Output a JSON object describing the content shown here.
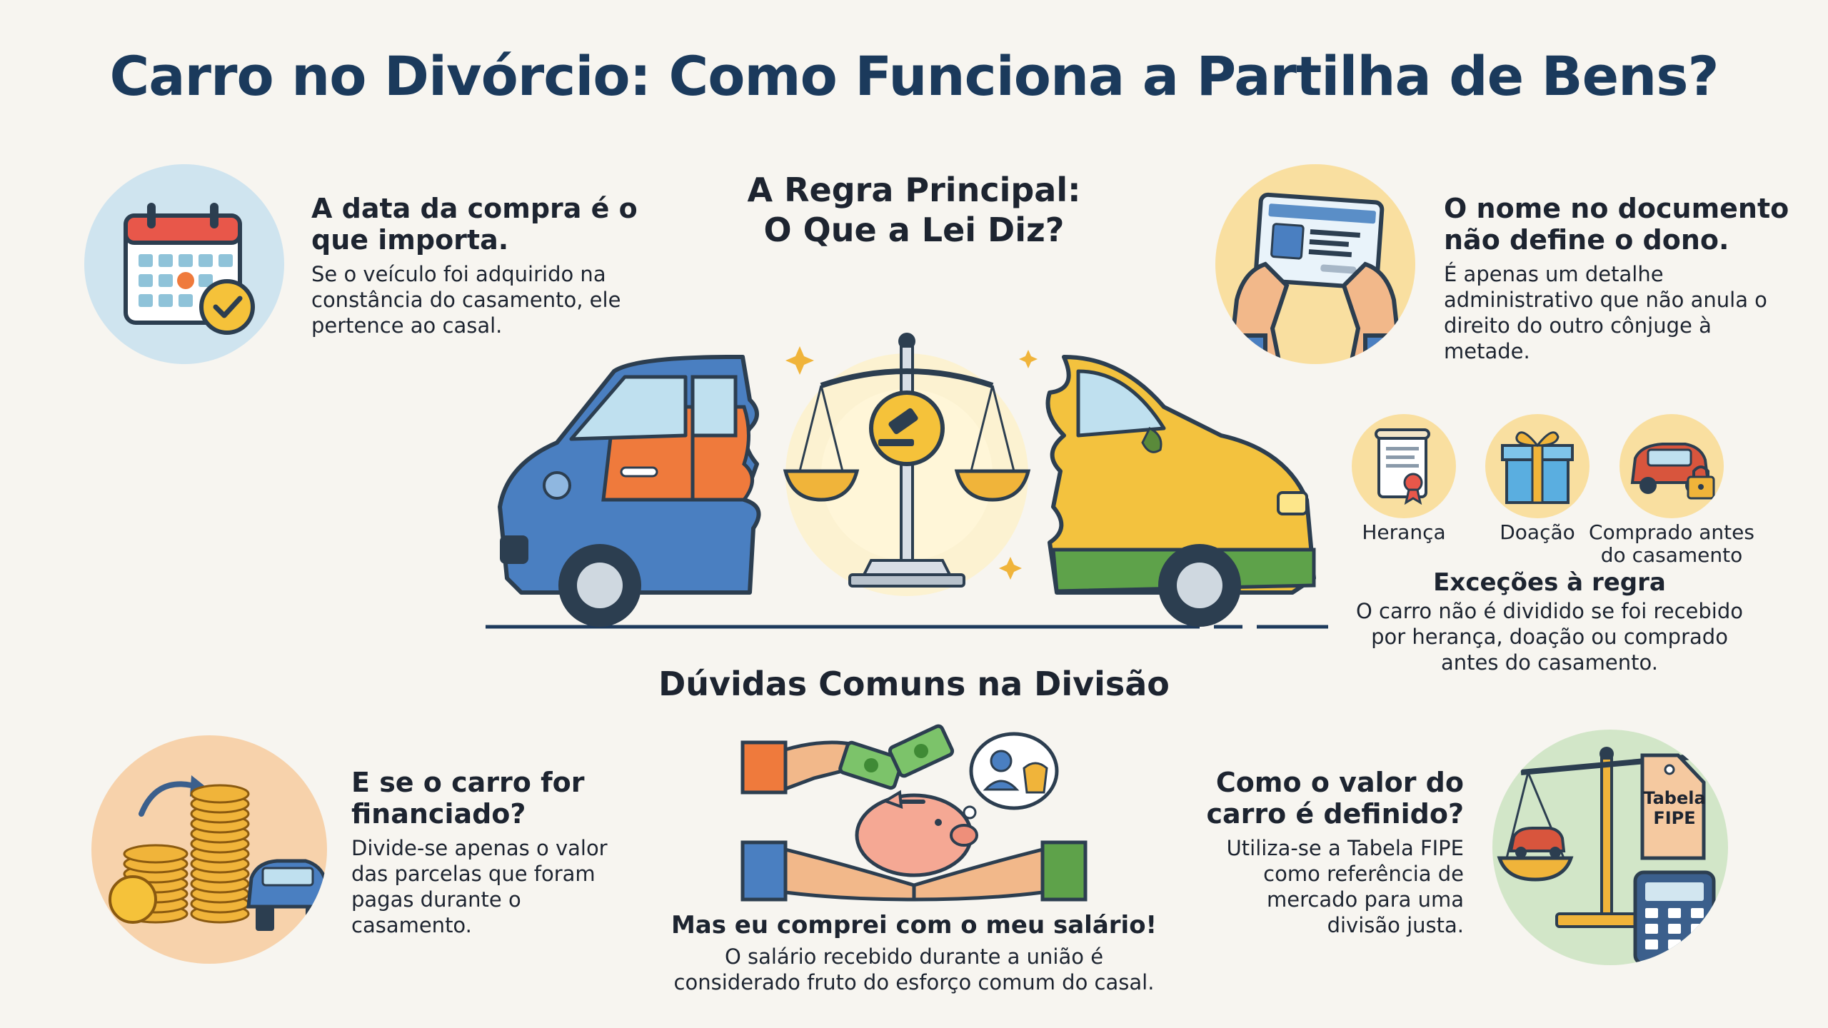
{
  "title": "Carro no Divórcio: Como Funciona a Partilha de Bens?",
  "main_rule": {
    "heading_line1": "A Regra Principal:",
    "heading_line2": "O Que a Lei Diz?"
  },
  "purchase_date": {
    "heading_line1": "A data da compra é o",
    "heading_line2": "que importa.",
    "body_line1": "Se o veículo foi adquirido na",
    "body_line2": "constância do casamento, ele",
    "body_line3": "pertence ao casal.",
    "icon": "calendar-check-icon"
  },
  "document_name": {
    "heading_line1": "O nome no documento",
    "heading_line2": "não define o dono.",
    "body_line1": "É apenas um detalhe",
    "body_line2": "administrativo que não anula o",
    "body_line3": "direito do outro cônjuge à",
    "body_line4": "metade.",
    "icon": "document-hands-icon"
  },
  "exceptions": {
    "items": [
      {
        "label_line1": "Herança",
        "label_line2": "",
        "icon": "scroll-icon"
      },
      {
        "label_line1": "Doação",
        "label_line2": "",
        "icon": "gift-icon"
      },
      {
        "label_line1": "Comprado antes",
        "label_line2": "do casamento",
        "icon": "locked-car-icon"
      }
    ],
    "heading": "Exceções à regra",
    "body_line1": "O carro não é dividido se foi recebido",
    "body_line2": "por herança, doação ou comprado",
    "body_line3": "antes do casamento."
  },
  "common_doubts": {
    "heading": "Dúvidas Comuns na Divisão"
  },
  "financed": {
    "heading_line1": "E se o carro for",
    "heading_line2": "financiado?",
    "body_line1": "Divide-se apenas o valor",
    "body_line2": "das parcelas que foram",
    "body_line3": "pagas durante o",
    "body_line4": "casamento.",
    "icon": "coins-car-icon"
  },
  "salary": {
    "heading": "Mas eu comprei com o meu salário!",
    "body_line1": "O salário recebido durante a união é",
    "body_line2": "considerado fruto do esforço comum do casal.",
    "icon": "piggy-bank-icon"
  },
  "value": {
    "heading_line1": "Como o valor do",
    "heading_line2": "carro é definido?",
    "body_line1": "Utiliza-se a Tabela FIPE",
    "body_line2": "como referência de",
    "body_line3": "mercado para uma",
    "body_line4": "divisão justa.",
    "tag_line1": "Tabela",
    "tag_line2": "FIPE",
    "icon": "scale-calculator-icon"
  },
  "colors": {
    "title": "#1b3a5c",
    "car_blue": "#4a7fc1",
    "car_orange": "#ef7a3c",
    "car_yellow": "#f3c23e",
    "car_green": "#5ea24a",
    "gold": "#f0b43a"
  }
}
